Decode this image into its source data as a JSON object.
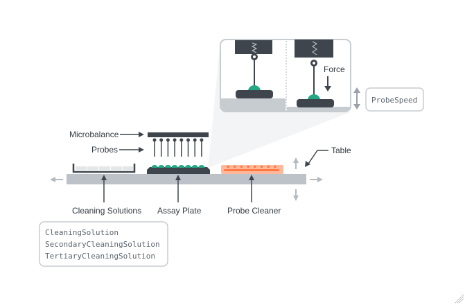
{
  "diagram": {
    "labels": {
      "microbalance": "Microbalance",
      "probes": "Probes",
      "table": "Table",
      "cleaning_solutions": "Cleaning Solutions",
      "assay_plate": "Assay Plate",
      "probe_cleaner": "Probe Cleaner",
      "force": "Force"
    },
    "parameter_boxes": {
      "probe_speed": "ProbeSpeed",
      "cleaning_solutions": [
        "CleaningSolution",
        "SecondaryCleaningSolution",
        "TertiaryCleaningSolution"
      ]
    },
    "colors": {
      "dark": "#3f454c",
      "table": "#bcc2c8",
      "green": "#22a884",
      "orange_light": "#ffb99a",
      "orange": "#ff7a45",
      "arrow_light": "#b4bac0",
      "box_border": "#c7ccd1"
    },
    "probe_count": 8
  }
}
